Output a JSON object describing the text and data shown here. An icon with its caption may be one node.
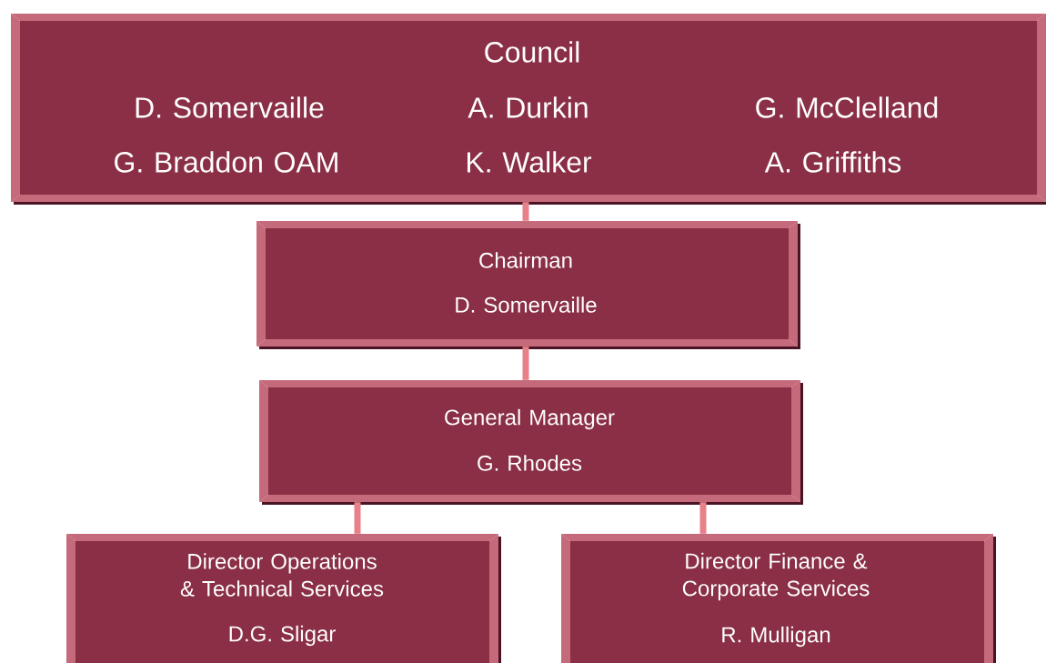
{
  "diagram": {
    "nodes": [
      {
        "text": [
          "Council",
          "D. Somervaille",
          "A. Durkin",
          "G. McClelland",
          "G. Braddon OAM",
          "K. Walker",
          "A. Griffiths"
        ]
      },
      {
        "text": [
          "Chairman",
          "D. Somervaille"
        ]
      },
      {
        "text": [
          "General Manager",
          "G. Rhodes"
        ]
      },
      {
        "text": [
          "Director Operations & Technical Services",
          "D.G. Sligar"
        ]
      },
      {
        "text": [
          "Director Finance & Corporate Services",
          "R. Mulligan"
        ]
      }
    ],
    "edges": [
      {
        "from": 0,
        "to": 1,
        "arrow": "none"
      },
      {
        "from": 1,
        "to": 2,
        "arrow": "none"
      },
      {
        "from": 2,
        "to": 3,
        "arrow": "none"
      },
      {
        "from": 2,
        "to": 4,
        "arrow": "none"
      }
    ]
  }
}
